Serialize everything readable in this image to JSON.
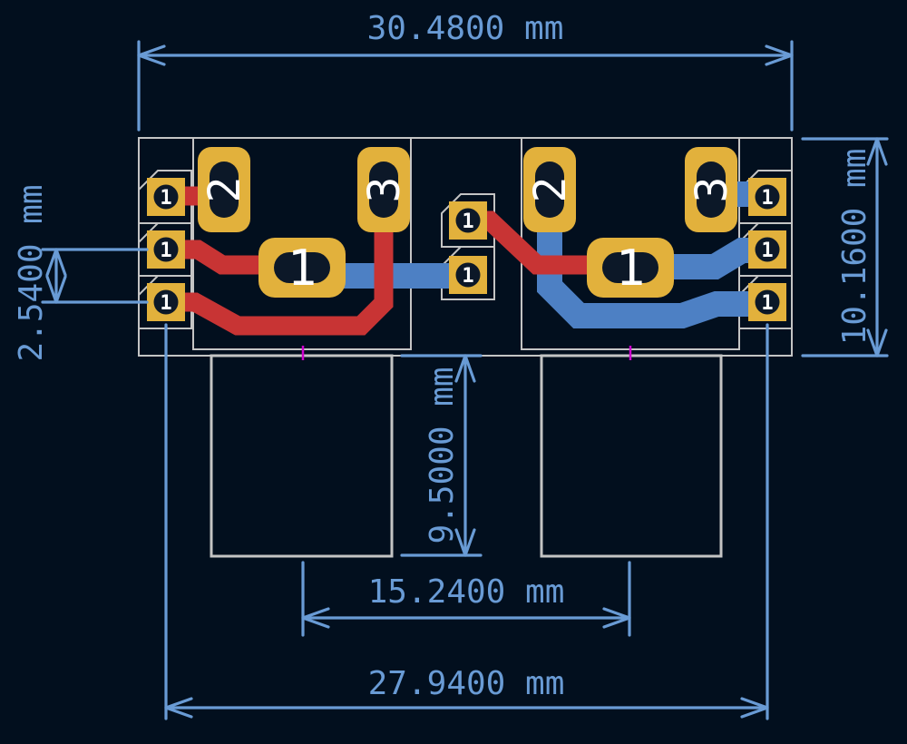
{
  "colors": {
    "canvas-bg": "#020F1E",
    "dimension": "#699BD5",
    "copper-front": "#C83434",
    "copper-back": "#4D80C4",
    "pad-gold": "#E2B13C",
    "outline-gray": "#C4C4C4",
    "hole-dark": "#0C1828",
    "pad-number": "#FFFFFF",
    "anchor-magenta": "#CE00CE"
  },
  "dimensions": {
    "board_width": {
      "label": "30.4800 mm"
    },
    "board_height": {
      "label": "10.1600 mm"
    },
    "pin_pitch": {
      "label": "2.5400 mm"
    },
    "housing_depth": {
      "label": "9.5000 mm"
    },
    "connector_spacing": {
      "label": "15.2400 mm"
    },
    "pin_column_spacing": {
      "label": "27.9400 mm"
    }
  },
  "board": {
    "left_connector_pads": [
      {
        "number": "2"
      },
      {
        "number": "3"
      },
      {
        "number": "1"
      }
    ],
    "right_connector_pads": [
      {
        "number": "2"
      },
      {
        "number": "3"
      },
      {
        "number": "1"
      }
    ],
    "left_header_pins": [
      {
        "number": "1"
      },
      {
        "number": "1"
      },
      {
        "number": "1"
      }
    ],
    "center_pins": [
      {
        "number": "1"
      },
      {
        "number": "1"
      }
    ],
    "right_header_pins": [
      {
        "number": "1"
      },
      {
        "number": "1"
      },
      {
        "number": "1"
      }
    ]
  }
}
